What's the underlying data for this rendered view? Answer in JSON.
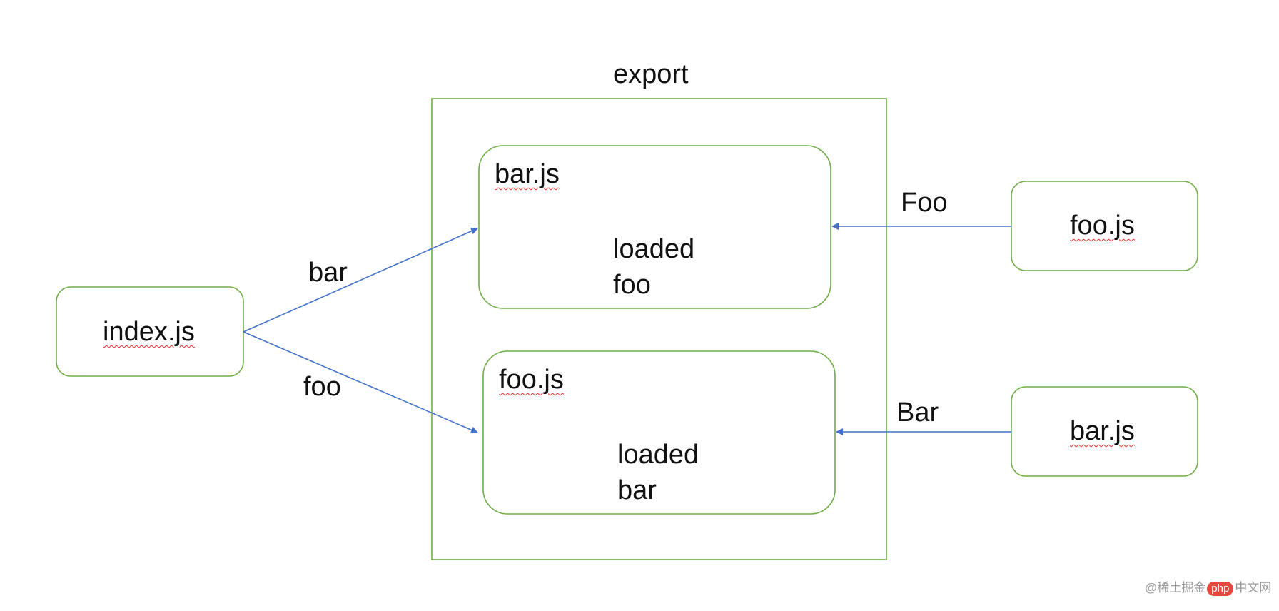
{
  "diagram": {
    "container_label": "export",
    "inner_modules": [
      {
        "name": "bar.js",
        "status": "loaded",
        "dependency": "foo"
      },
      {
        "name": "foo.js",
        "status": "loaded",
        "dependency": "bar"
      }
    ],
    "entry": {
      "name": "index.js"
    },
    "entry_edges": [
      {
        "label": "bar",
        "to": "bar.js"
      },
      {
        "label": "foo",
        "to": "foo.js"
      }
    ],
    "external_modules": [
      {
        "name": "foo.js",
        "edge_label": "Foo",
        "to": "bar.js"
      },
      {
        "name": "bar.js",
        "edge_label": "Bar",
        "to": "foo.js"
      }
    ],
    "colors": {
      "box_border": "#70ad47",
      "arrow": "#4472c4",
      "text": "#111111"
    }
  },
  "watermark": {
    "prefix": "@稀土掘金",
    "badge": "php",
    "suffix": "中文网"
  }
}
